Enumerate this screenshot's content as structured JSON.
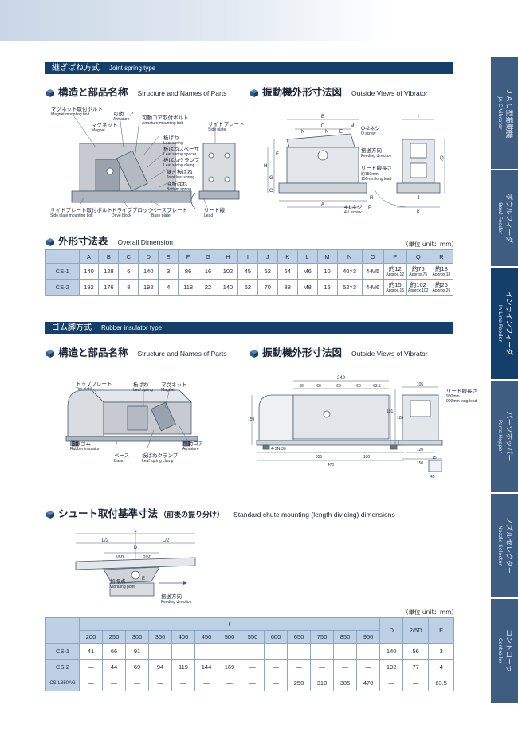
{
  "colors": {
    "navy": "#143f6a",
    "header_fill": "#bdd0e6",
    "tab": "#3e5d80",
    "line": "#7a8a9c",
    "part_fill": "#c7cbd1"
  },
  "sections": {
    "joint": {
      "jp": "継ぎばね方式",
      "en": "Joint spring type"
    },
    "rubber": {
      "jp": "ゴム脚方式",
      "en": "Rubber insulator type"
    }
  },
  "headings": {
    "structure": {
      "jp": "構造と部品名称",
      "en": "Structure and Names of Parts"
    },
    "outside": {
      "jp": "振動機外形寸法図",
      "en": "Outside Views of Vibrator"
    },
    "overall": {
      "jp": "外形寸法表",
      "en": "Overall Dimension"
    },
    "structure2": {
      "jp": "構造と部品名称",
      "en": "Structure and Names of Parts"
    },
    "outside2": {
      "jp": "振動機外形寸法図",
      "en": "Outside Views of Vibrator"
    },
    "chute": {
      "jp": "シュート取付基準寸法",
      "sub": "（前後の振り分け）",
      "en": "Standard chute mounting (length dividing) dimensions"
    }
  },
  "unit_label": "（単位 unit：mm）",
  "joint_parts": [
    {
      "jp": "マグネット取付ボルト",
      "en": "Magnet mounting bolt"
    },
    {
      "jp": "可動コア",
      "en": "Armature"
    },
    {
      "jp": "可動コア取付ボルト",
      "en": "Armature mounting bolt"
    },
    {
      "jp": "マグネット",
      "en": "Magnet"
    },
    {
      "jp": "サイドプレート",
      "en": "Side plate"
    },
    {
      "jp": "板ばね",
      "en": "Leaf spring"
    },
    {
      "jp": "板ばねスペーサ",
      "en": "Leaf spring spacer"
    },
    {
      "jp": "板ばねクランプ",
      "en": "Leaf spring clamp"
    },
    {
      "jp": "継ぎ板ばね",
      "en": "Joint leaf spring"
    },
    {
      "jp": "底板ばね",
      "en": "Bottom spring"
    },
    {
      "jp": "サイドプレート取付ボルト",
      "en": "Side plate mounting bolt"
    },
    {
      "jp": "ドライブブロック",
      "en": "Drive block"
    },
    {
      "jp": "ベースプレート",
      "en": "Base plate"
    },
    {
      "jp": "リード線",
      "en": "Lead"
    }
  ],
  "joint_outside": {
    "o_screw": {
      "jp": "O-2ネジ",
      "en": "O screw"
    },
    "feeding": {
      "jp": "振送方向",
      "en": "Feeding direction"
    },
    "lead": {
      "jp": "リード線長さ",
      "en": "約150mm",
      "en2": "150mm long lead"
    },
    "l_screw": {
      "jp": "4-Lネジ",
      "en": "4-L screw"
    },
    "letters": [
      "B",
      "D",
      "E",
      "N",
      "N",
      "M",
      "F",
      "H",
      "G",
      "C",
      "A",
      "R",
      "I",
      "J",
      "K",
      "Q",
      "P"
    ]
  },
  "overall_table": {
    "headers": [
      "",
      "A",
      "B",
      "C",
      "D",
      "E",
      "F",
      "G",
      "H",
      "I",
      "J",
      "K",
      "L",
      "M",
      "N",
      "O",
      "P",
      "Q",
      "R"
    ],
    "rows": [
      [
        "CS-1",
        "140",
        "128",
        "6",
        "140",
        "3",
        "86",
        "16",
        "102",
        "45",
        "52",
        "64",
        "M6",
        "10",
        "40×3",
        "4-M5",
        [
          "約12",
          "Approx.12"
        ],
        [
          "約75",
          "Approx.75"
        ],
        [
          "約18",
          "Approx.18"
        ]
      ],
      [
        "CS-2",
        "192",
        "176",
        "8",
        "192",
        "4",
        "118",
        "22",
        "140",
        "62",
        "70",
        "88",
        "M8",
        "15",
        "52×3",
        "4-M6",
        [
          "約15",
          "Approx.15"
        ],
        [
          "約102",
          "Approx.102"
        ],
        [
          "約25",
          "Approx.25"
        ]
      ]
    ]
  },
  "rubber_parts": [
    {
      "jp": "トッププレート",
      "en": "Top plate"
    },
    {
      "jp": "板ばね",
      "en": "Leaf spring"
    },
    {
      "jp": "マグネット",
      "en": "Magnet"
    },
    {
      "jp": "防振ゴム",
      "en": "Rubber insulator"
    },
    {
      "jp": "ベース",
      "en": "Base"
    },
    {
      "jp": "板ばねクランプ",
      "en": "Leaf spring clamp"
    },
    {
      "jp": "可動コア",
      "en": "Armature"
    }
  ],
  "rubber_outside": {
    "dims": [
      "249",
      "40",
      "60",
      "60",
      "60",
      "63.5",
      "159",
      "181",
      "185",
      "4-SN-30",
      "355",
      "100",
      "470",
      "105",
      "120",
      "150",
      "15",
      "45"
    ],
    "lead": {
      "jp": "リード線長さ",
      "en": "900mm",
      "en2": "900mm long lead"
    }
  },
  "chute": {
    "labels": [
      "L",
      "L/2",
      "L/2",
      "D",
      "3/5D",
      "2/5D",
      "E"
    ],
    "vibrating_point": {
      "jp": "加振点",
      "en": "Vibrating point"
    },
    "feeding": {
      "jp": "振送方向",
      "en": "Feeding direction"
    }
  },
  "chute_table": {
    "top_header": "ℓ",
    "l_values": [
      "200",
      "250",
      "300",
      "350",
      "400",
      "450",
      "500",
      "550",
      "600",
      "650",
      "750",
      "850",
      "950"
    ],
    "extra_headers": [
      "D",
      "2/5D",
      "E"
    ],
    "rows": [
      [
        "CS-1",
        "41",
        "66",
        "91",
        "—",
        "—",
        "—",
        "—",
        "—",
        "—",
        "—",
        "—",
        "—",
        "—",
        "140",
        "56",
        "3"
      ],
      [
        "CS-2",
        "—",
        "44",
        "69",
        "94",
        "119",
        "144",
        "169",
        "—",
        "—",
        "—",
        "—",
        "—",
        "—",
        "192",
        "77",
        "4"
      ],
      [
        "CS-L350AG",
        "—",
        "—",
        "—",
        "—",
        "—",
        "—",
        "—",
        "—",
        "—",
        "250",
        "310",
        "385",
        "470",
        "—",
        "—",
        "63.5"
      ]
    ]
  },
  "side_tabs": [
    {
      "jp": "ＪＡＣ型振動機",
      "en": "JA-C Vibrator",
      "active": false
    },
    {
      "jp": "ボウルフィーダ",
      "en": "Bowl Feeder",
      "active": false
    },
    {
      "jp": "インラインフィーダ",
      "en": "In-Line Feeder",
      "active": true
    },
    {
      "jp": "パーツホッパー",
      "en": "Parts Hopper",
      "active": false
    },
    {
      "jp": "ノズルセレクター",
      "en": "Nozzle Selector",
      "active": false
    },
    {
      "jp": "コントローラ",
      "en": "Controller",
      "active": false
    }
  ]
}
